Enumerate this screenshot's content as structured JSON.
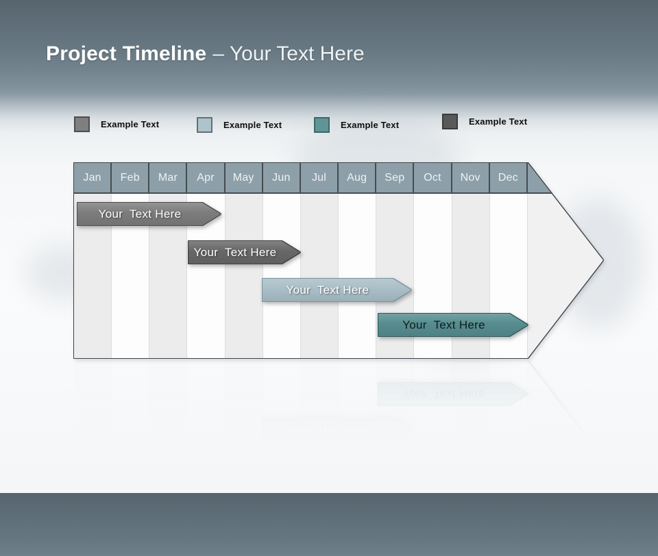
{
  "title": {
    "bold": "Project Timeline",
    "light": "– Your Text Here"
  },
  "legend": {
    "items": [
      {
        "label": "Example Text",
        "color": "#7f7f7f",
        "border": "#4d4d4d"
      },
      {
        "label": "Example Text",
        "color": "#aec3ca",
        "border": "#5f7078"
      },
      {
        "label": "Example Text",
        "color": "#5f9596",
        "border": "#3e6668"
      },
      {
        "label": "Example Text",
        "color": "#595959",
        "border": "#3a3a3a"
      }
    ]
  },
  "timeline": {
    "type": "gantt",
    "months": [
      "Jan",
      "Feb",
      "Mar",
      "Apr",
      "May",
      "Jun",
      "Jul",
      "Aug",
      "Sep",
      "Oct",
      "Nov",
      "Dec"
    ],
    "header_color": "#8da0a9",
    "header_text_color": "#eef2f4",
    "stripe_color": "#ececed",
    "bars": [
      {
        "label": "Your  Text Here",
        "start_month": 0.09,
        "end_month": 3.88,
        "row": 0,
        "color": "#7c7c7c",
        "border": "#4f4f4f",
        "text_color": "#ffffff"
      },
      {
        "label": "Your  Text Here",
        "start_month": 3.03,
        "end_month": 5.98,
        "row": 1,
        "color": "#676767",
        "border": "#3f3f3f",
        "text_color": "#ffffff"
      },
      {
        "label": "Your  Text Here",
        "start_month": 4.98,
        "end_month": 8.92,
        "row": 2,
        "color": "#a9bec7",
        "border": "#7b929d",
        "text_color": "#ffffff"
      },
      {
        "label": "Your  Text Here",
        "start_month": 8.05,
        "end_month": 12.0,
        "row": 3,
        "color": "#568c8f",
        "border": "#2e585a",
        "text_color": "#0e1c1c"
      }
    ]
  }
}
